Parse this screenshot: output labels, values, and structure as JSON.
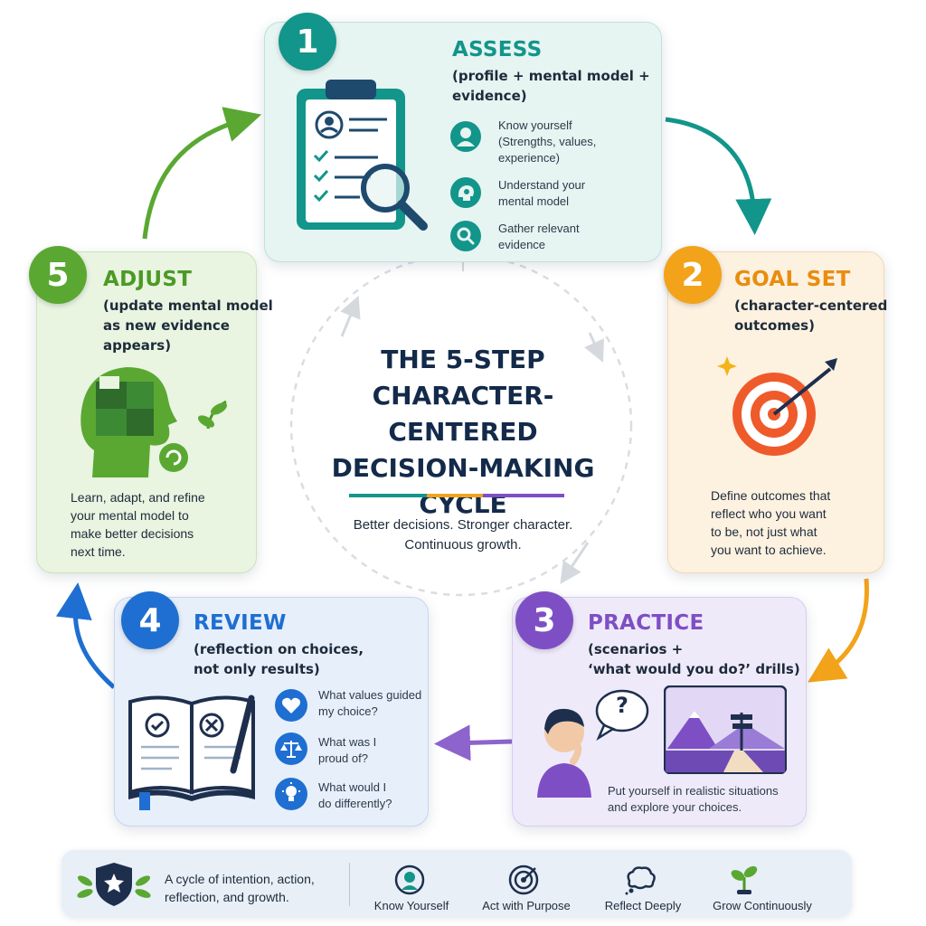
{
  "center": {
    "title_line1": "THE 5-STEP",
    "title_line2": "CHARACTER-CENTERED",
    "title_line3": "DECISION-MAKING",
    "title_line4": "CYCLE",
    "tagline_line1": "Better decisions. Stronger character.",
    "tagline_line2": "Continuous growth."
  },
  "colors": {
    "assess": "#12958a",
    "goal": "#f2a31a",
    "practice": "#7e4fc4",
    "review": "#1e6fd1",
    "adjust": "#5aa832",
    "navy": "#132a4a"
  },
  "steps": {
    "assess": {
      "number": "1",
      "title": "ASSESS",
      "subtitle_line1": "(profile + mental model +",
      "subtitle_line2": "evidence)",
      "items": [
        {
          "icon": "person-icon",
          "line1": "Know yourself",
          "line2": "(Strengths, values,",
          "line3": "experience)"
        },
        {
          "icon": "brain-gear-icon",
          "line1": "Understand your",
          "line2": "mental model"
        },
        {
          "icon": "magnifier-icon",
          "line1": "Gather relevant",
          "line2": "evidence"
        }
      ]
    },
    "goal": {
      "number": "2",
      "title": "GOAL SET",
      "subtitle_line1": "(character-centered",
      "subtitle_line2": "outcomes)",
      "desc_line1": "Define outcomes that",
      "desc_line2": "reflect who you want",
      "desc_line3": "to be, not just what",
      "desc_line4": "you want to achieve."
    },
    "practice": {
      "number": "3",
      "title": "PRACTICE",
      "subtitle_line1": "(scenarios +",
      "subtitle_line2": "‘what would you do?’ drills)",
      "desc_line1": "Put yourself in realistic situations",
      "desc_line2": "and explore your choices.",
      "bubble": "?"
    },
    "review": {
      "number": "4",
      "title": "REVIEW",
      "subtitle_line1": "(reflection on choices,",
      "subtitle_line2": "not only results)",
      "items": [
        {
          "icon": "heart-icon",
          "line1": "What values guided",
          "line2": "my choice?"
        },
        {
          "icon": "scales-icon",
          "line1": "What was I",
          "line2": "proud of?"
        },
        {
          "icon": "lightbulb-icon",
          "line1": "What would I",
          "line2": "do differently?"
        }
      ]
    },
    "adjust": {
      "number": "5",
      "title": "ADJUST",
      "subtitle_line1": "(update mental model",
      "subtitle_line2": "as new evidence",
      "subtitle_line3": "appears)",
      "desc_line1": "Learn, adapt, and refine",
      "desc_line2": "your mental model to",
      "desc_line3": "make better decisions",
      "desc_line4": "next time."
    }
  },
  "footer": {
    "motto_line1": "A cycle of intention, action,",
    "motto_line2": "reflection, and growth.",
    "items": [
      {
        "icon": "person-icon",
        "label": "Know Yourself"
      },
      {
        "icon": "target-icon",
        "label": "Act with Purpose"
      },
      {
        "icon": "thought-bubble-icon",
        "label": "Reflect Deeply"
      },
      {
        "icon": "sprout-icon",
        "label": "Grow Continuously"
      }
    ]
  }
}
